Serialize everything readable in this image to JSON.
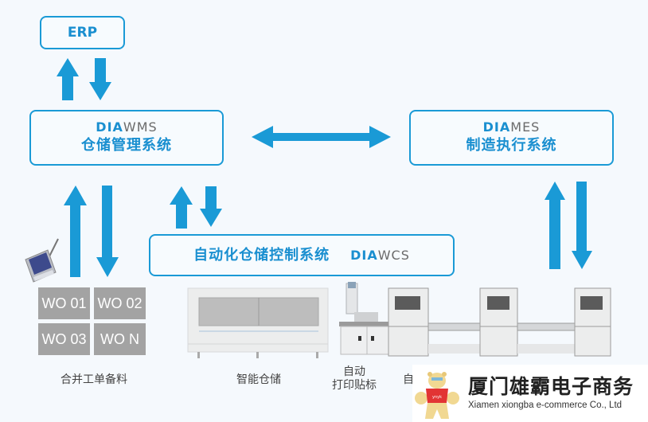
{
  "colors": {
    "accent": "#1a9ad6",
    "accent_text": "#1a8fd0",
    "suffix_text": "#6b6b6b",
    "work_order_bg": "#a3a3a3",
    "background": "#f5f9fd"
  },
  "systems": {
    "erp": {
      "label": "ERP"
    },
    "wms": {
      "prefix": "DIA",
      "suffix": "WMS",
      "name": "仓储管理系统"
    },
    "mes": {
      "prefix": "DIA",
      "suffix": "MES",
      "name": "制造执行系统"
    },
    "wcs": {
      "prefix": "DIA",
      "suffix": "WCS",
      "name": "自动化仓储控制系统"
    }
  },
  "connections": [
    {
      "from": "ERP",
      "to": "WMS",
      "type": "bidirectional-vertical"
    },
    {
      "from": "WMS",
      "to": "MES",
      "type": "bidirectional-horizontal"
    },
    {
      "from": "WMS",
      "to": "work-orders",
      "type": "bidirectional-vertical"
    },
    {
      "from": "WMS",
      "to": "WCS",
      "type": "bidirectional-vertical"
    },
    {
      "from": "MES",
      "to": "production-line",
      "type": "bidirectional-vertical"
    }
  ],
  "work_orders": [
    "WO 01",
    "WO 02",
    "WO 03",
    "WO N"
  ],
  "icons": {
    "handheld": "pda-stylus-icon",
    "mascot": "bear-mascot-icon"
  },
  "stations": [
    {
      "label": "合并工单备料"
    },
    {
      "label": "智能仓储"
    },
    {
      "label_line1": "自动",
      "label_line2": "打印贴标"
    },
    {
      "label": "自"
    }
  ],
  "watermark": {
    "company_cn": "厦门雄霸电子商务",
    "company_en": "Xiamen xiongba e-commerce Co., Ltd",
    "mascot_shirt_text": "ynyk"
  }
}
